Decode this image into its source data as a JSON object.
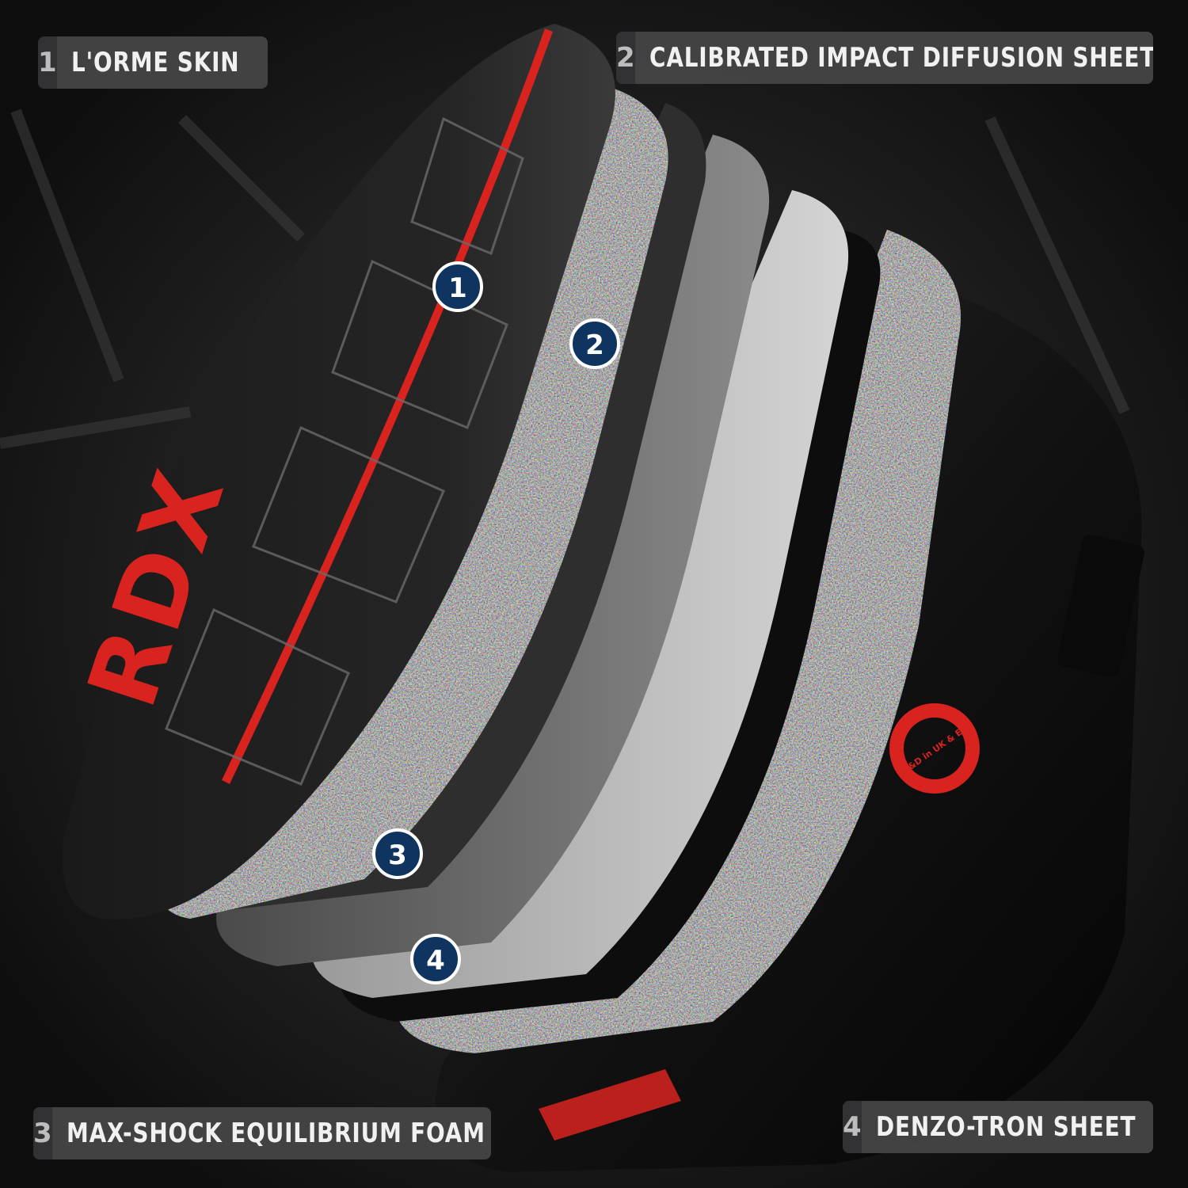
{
  "layers": [
    {
      "num": "1",
      "label": "L'ORME SKIN"
    },
    {
      "num": "2",
      "label": "CALIBRATED IMPACT DIFFUSION SHEET"
    },
    {
      "num": "3",
      "label": "MAX-SHOCK EQUILIBRIUM FOAM"
    },
    {
      "num": "4",
      "label": "DENZO-TRON SHEET"
    }
  ],
  "markers": [
    "1",
    "2",
    "3",
    "4"
  ],
  "brand_text": "RDX",
  "badge": {
    "text": "R&D in UK & EU",
    "icon": "star-ring-icon"
  },
  "colors": {
    "background": "#141414",
    "accent_red": "#d8231f",
    "marker_fill": "#0f3460",
    "label_bg": "#464648",
    "foam_light": "#bdbdbd",
    "pad_black": "#0c0c0c"
  }
}
